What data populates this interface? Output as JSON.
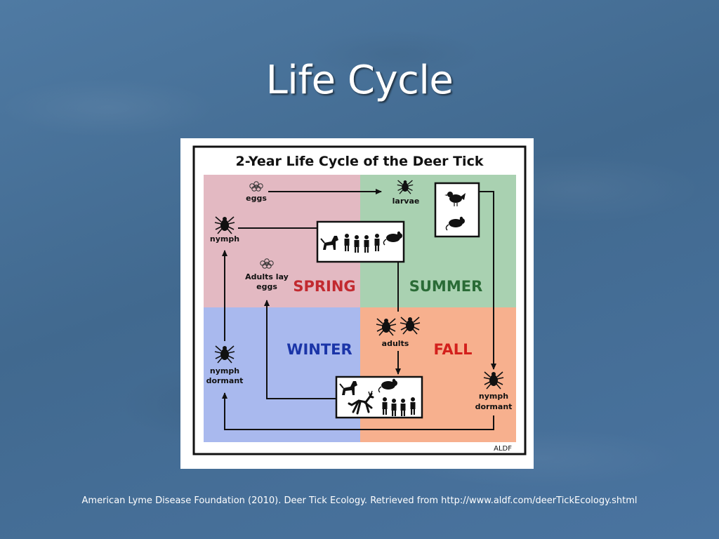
{
  "slide": {
    "title": "Life Cycle",
    "caption": "American Lyme Disease Foundation (2010). Deer Tick Ecology. Retrieved from http://www.aldf.com/deerTickEcology.shtml"
  },
  "diagram": {
    "title": "2-Year Life Cycle of the Deer Tick",
    "credit": "ALDF",
    "seasons": {
      "spring": "SPRING",
      "summer": "SUMMER",
      "fall": "FALL",
      "winter": "WINTER"
    },
    "stages": {
      "eggs": "eggs",
      "larvae": "larvae",
      "nymph": "nymph",
      "adults_lay_1": "Adults lay",
      "adults_lay_2": "eggs",
      "adults": "adults",
      "nymph_dormant_left_1": "nymph",
      "nymph_dormant_left_2": "dormant",
      "nymph_dormant_right_1": "nymph",
      "nymph_dormant_right_2": "dormant"
    },
    "colors": {
      "spring": "#e3b9c2",
      "summer": "#a9d1b1",
      "winter": "#a9b9ee",
      "fall": "#f7b08e",
      "spring_text": "#c22a30",
      "summer_text": "#2a6b36",
      "winter_text": "#1b35a8",
      "fall_text": "#d3201c"
    },
    "host_icons": [
      "mouse-icon",
      "bird-icon",
      "dog-icon",
      "people-icon",
      "deer-icon"
    ]
  }
}
